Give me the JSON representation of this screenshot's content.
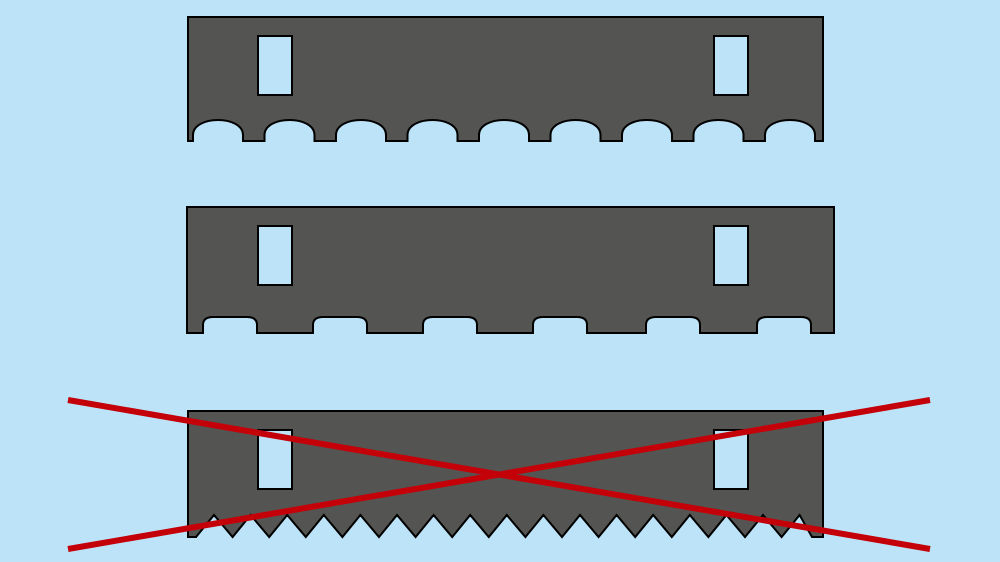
{
  "colors": {
    "background": "#bde3f8",
    "plate_fill": "#545452",
    "outline": "#000000",
    "cross": "#c40008"
  },
  "plates": [
    {
      "name": "rounded-arch-edge-plate",
      "edge": "arches",
      "count": 9,
      "rejected": false
    },
    {
      "name": "shallow-bump-edge-plate",
      "edge": "bumps",
      "count": 6,
      "rejected": false
    },
    {
      "name": "sawtooth-edge-plate",
      "edge": "teeth",
      "count": 17,
      "rejected": true
    }
  ]
}
